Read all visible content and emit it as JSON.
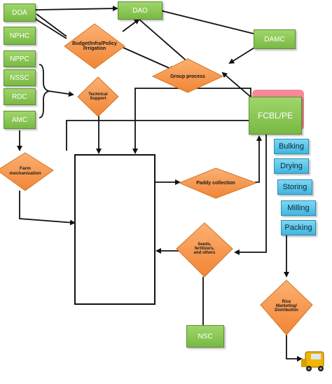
{
  "nodes": {
    "doa": "DOA",
    "dao": "DAO",
    "nphc": "NPHC",
    "nppc": "NPPC",
    "nssc": "NSSC",
    "rdc": "RDC",
    "amc": "AMC",
    "damc": "DAMC",
    "fcbl": "FCBL/PE",
    "nsc": "NSC",
    "budget": [
      "Budget/Infra/Policy",
      "/Irrigation"
    ],
    "group": "Group process",
    "technical": [
      "Technical",
      "Support"
    ],
    "farm": [
      "Farm",
      "mechanization"
    ],
    "paddy": "Paddy collection",
    "seeds": [
      "Seeds,",
      "fertilizers,",
      "and others"
    ],
    "rice": [
      "Rice",
      "Marketing/",
      "Distribution"
    ]
  },
  "stages": [
    "Bulking",
    "Drying",
    "Storing",
    "Milling",
    "Packing"
  ],
  "colors": {
    "green": "#86c454",
    "orange": "#f7913d",
    "blue": "#3fb6e0",
    "pink": "#f07b86",
    "truck": "#f2b500"
  }
}
